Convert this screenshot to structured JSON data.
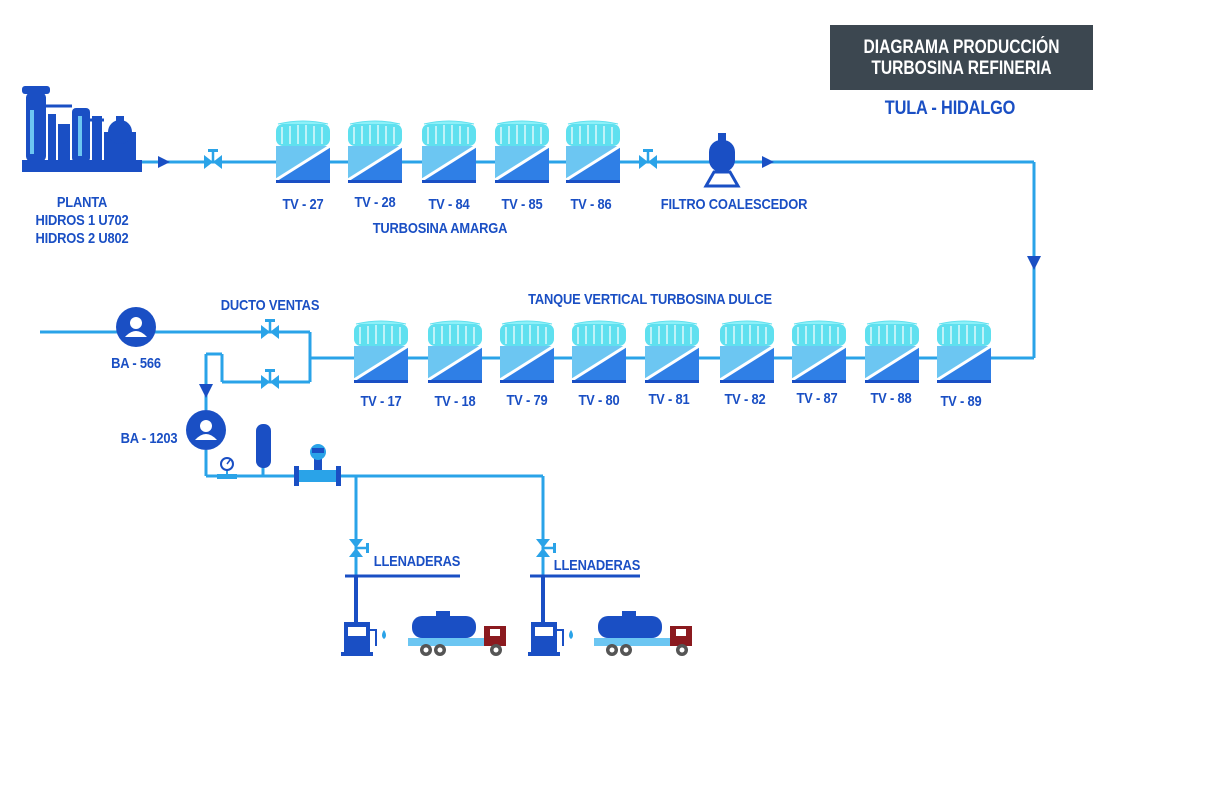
{
  "title": {
    "line1": "DIAGRAMA PRODUCCIÓN",
    "line2": "TURBOSINA REFINERIA",
    "location": "TULA - HIDALGO"
  },
  "plant": {
    "line1": "PLANTA",
    "line2": "HIDROS 1 U702",
    "line3": "HIDROS 2 U802"
  },
  "sour_tanks": {
    "label": "TURBOSINA AMARGA",
    "tanks": [
      "TV - 27",
      "TV - 28",
      "TV - 84",
      "TV - 85",
      "TV - 86"
    ]
  },
  "filter": {
    "label": "FILTRO COALESCEDOR"
  },
  "sweet_tanks": {
    "label": "TANQUE VERTICAL TURBOSINA DULCE",
    "tanks": [
      "TV - 17",
      "TV - 18",
      "TV - 79",
      "TV - 80",
      "TV - 81",
      "TV - 82",
      "TV - 87",
      "TV - 88",
      "TV - 89"
    ]
  },
  "pipeline": {
    "label": "DUCTO VENTAS"
  },
  "pumps": {
    "pump1": "BA - 566",
    "pump2": "BA - 1203"
  },
  "loading": {
    "station1": "LLENADERAS",
    "station2": "LLENADERAS"
  },
  "colors": {
    "pipe": "#2aa3e8",
    "dark_blue": "#1a4fc4",
    "tank_top": "#5fe0ef",
    "tank_body": "#2f7fe6",
    "title_bg": "#3c4750",
    "truck_cab": "#8b1a1f"
  }
}
